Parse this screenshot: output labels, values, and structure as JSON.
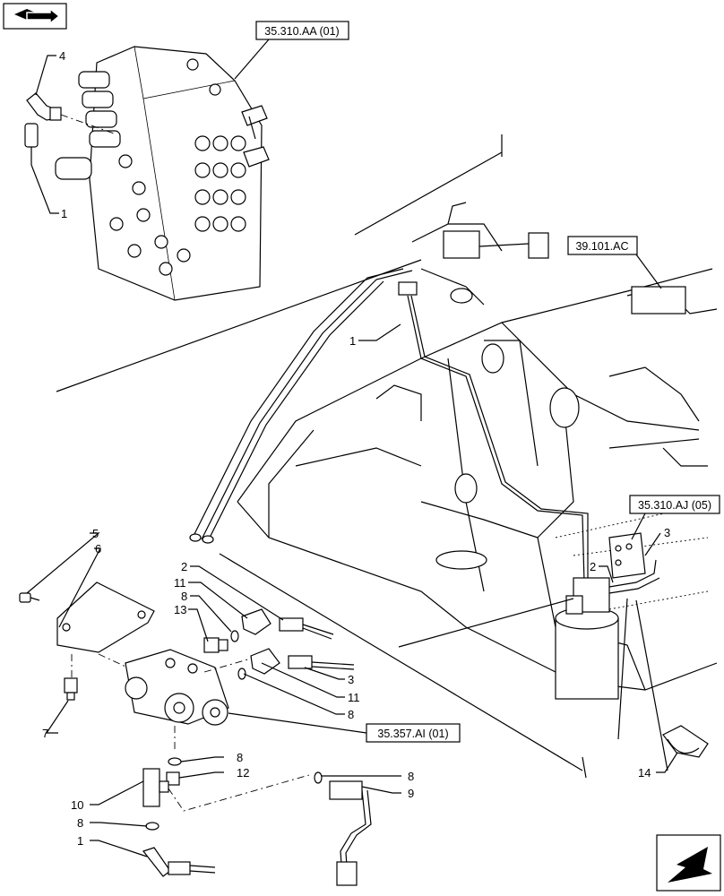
{
  "references": {
    "r1": "35.310.AA (01)",
    "r2": "39.101.AC",
    "r3": "35.310.AJ (05)",
    "r4": "35.357.AI (01)"
  },
  "callouts": {
    "c_top4": "4",
    "c_top1": "1",
    "c_main1": "1",
    "c_5": "5",
    "c_6": "6",
    "c_2a": "2",
    "c_11a": "11",
    "c_8a": "8",
    "c_13": "13",
    "c_3a": "3",
    "c_11b": "11",
    "c_8b": "8",
    "c_7": "7",
    "c_8c": "8",
    "c_12": "12",
    "c_8d": "8",
    "c_9": "9",
    "c_10": "10",
    "c_8e": "8",
    "c_1b": "1",
    "c_3b": "3",
    "c_2b": "2",
    "c_14": "14"
  },
  "icons": {
    "top_left": "book-arrow-icon",
    "bottom_right": "next-page-arrow-icon"
  }
}
